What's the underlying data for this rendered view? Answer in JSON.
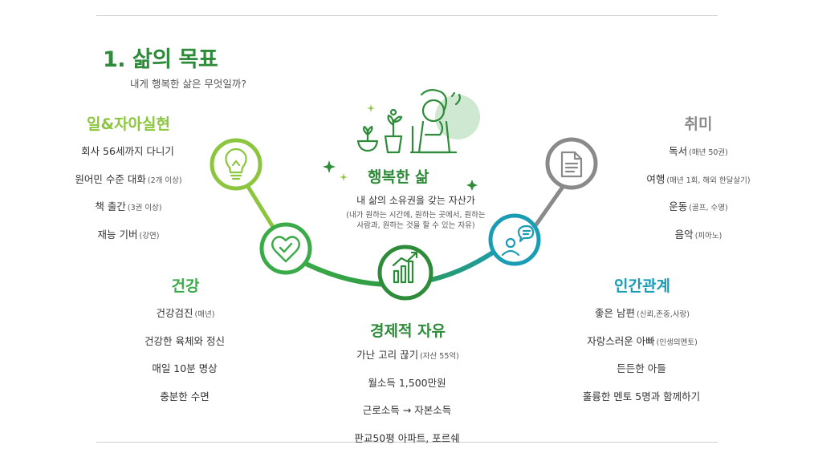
{
  "header": {
    "title": "1. 삶의 목표",
    "subtitle": "내게 행복한 삶은 무엇일까?"
  },
  "center": {
    "title": "행복한 삶",
    "line1": "내 삶의 소유권을 갖는 자산가",
    "line2": "(내가 원하는 시간에, 원하는 곳에서, 원하는",
    "line3": "사람과, 원하는 것을 할 수 있는 자유)"
  },
  "sections": {
    "self": {
      "title": "일&자아실현",
      "items": [
        {
          "text": "회사 56세까지 다니기",
          "note": ""
        },
        {
          "text": "원어민 수준 대화",
          "note": "(2개 이상)"
        },
        {
          "text": "책 출간",
          "note": "(3권 이상)"
        },
        {
          "text": "재능 기버",
          "note": "(강연)"
        }
      ]
    },
    "health": {
      "title": "건강",
      "items": [
        {
          "text": "건강검진",
          "note": "(매년)"
        },
        {
          "text": "건강한 육체와 정신",
          "note": ""
        },
        {
          "text": "매일 10분 명상",
          "note": ""
        },
        {
          "text": "충분한 수면",
          "note": ""
        }
      ]
    },
    "economy": {
      "title": "경제적 자유",
      "items": [
        {
          "text": "가난 고리 끊기",
          "note": "(자산 55억)"
        },
        {
          "text": "월소득 1,500만원",
          "note": ""
        },
        {
          "text": "근로소득 → 자본소득",
          "note": ""
        },
        {
          "text": "판교50평 아파트, 포르쉐",
          "note": ""
        }
      ]
    },
    "relation": {
      "title": "인간관계",
      "items": [
        {
          "text": "좋은 남편",
          "note": "(신뢰,존중,사랑)"
        },
        {
          "text": "자랑스러운 아빠",
          "note": "(인생의멘토)"
        },
        {
          "text": "든든한 아들",
          "note": ""
        },
        {
          "text": "훌륭한 멘토 5명과 함께하기",
          "note": ""
        }
      ]
    },
    "hobby": {
      "title": "취미",
      "items": [
        {
          "text": "독서",
          "note": "(매년 50권)"
        },
        {
          "text": "여행",
          "note": "(매년 1회, 해외 한달살기)"
        },
        {
          "text": "운동",
          "note": "(골프, 수영)"
        },
        {
          "text": "음악",
          "note": "(피아노)"
        }
      ]
    }
  },
  "colors": {
    "self": "#8cc63f",
    "health": "#3aab48",
    "economy": "#2e8b3a",
    "relation": "#1b9cb5",
    "hobby": "#8a8a8a",
    "title": "#2e8b3a"
  },
  "icons": {
    "self": "lightbulb-icon",
    "health": "heart-check-icon",
    "economy": "bar-chart-growth-icon",
    "relation": "person-chat-icon",
    "hobby": "document-icon",
    "center": "person-thinking-plants-icon"
  }
}
